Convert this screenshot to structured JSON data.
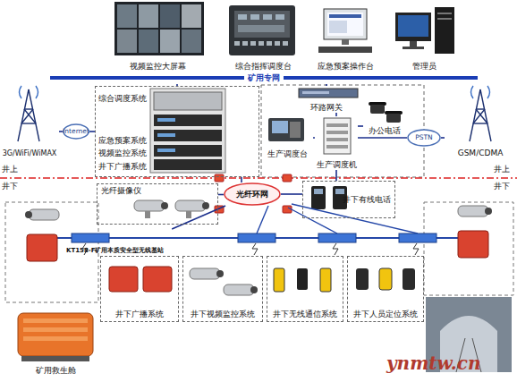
{
  "diagram": {
    "nodes": [
      {
        "text": [
          "视频监控大屏幕"
        ]
      },
      {
        "text": [
          "综合指挥调度台"
        ]
      },
      {
        "text": [
          "应急预案操作台"
        ]
      },
      {
        "text": [
          "管理员"
        ]
      },
      {
        "text": [
          "矿用专网"
        ]
      },
      {
        "text": [
          "综合调度系统",
          "应急预案系统",
          "视频监控系统",
          "井下广播系统"
        ]
      },
      {
        "text": [
          "Internet"
        ]
      },
      {
        "text": [
          "3G/WiFi/WiMAX"
        ]
      },
      {
        "text": [
          "环路网关"
        ]
      },
      {
        "text": [
          "生产调度台"
        ]
      },
      {
        "text": [
          "生产调度机"
        ]
      },
      {
        "text": [
          "办公电话"
        ]
      },
      {
        "text": [
          "PSTN"
        ]
      },
      {
        "text": [
          "GSM/CDMA"
        ]
      },
      {
        "text": [
          "光纤环网"
        ]
      },
      {
        "text": [
          "光纤摄像仪"
        ]
      },
      {
        "text": [
          "井下有线电话"
        ]
      },
      {
        "text": [
          "KT158-F矿用本质安全型无线基站"
        ]
      },
      {
        "text": [
          "井下广播系统"
        ]
      },
      {
        "text": [
          "井下视频监控系统"
        ]
      },
      {
        "text": [
          "井下无线通信系统"
        ]
      },
      {
        "text": [
          "井下人员定位系统"
        ]
      },
      {
        "text": [
          "矿用救生舱"
        ]
      }
    ],
    "edges": [
      {
        "from": 0,
        "to": 4,
        "arrow": "none"
      },
      {
        "from": 1,
        "to": 4,
        "arrow": "none"
      },
      {
        "from": 2,
        "to": 4,
        "arrow": "none"
      },
      {
        "from": 3,
        "to": 4,
        "arrow": "none"
      },
      {
        "from": 4,
        "to": 5,
        "arrow": "none"
      },
      {
        "from": 4,
        "to": 8,
        "arrow": "none"
      },
      {
        "from": 7,
        "to": 6,
        "arrow": "none"
      },
      {
        "from": 6,
        "to": 5,
        "arrow": "none"
      },
      {
        "from": 8,
        "to": 10,
        "arrow": "none"
      },
      {
        "from": 9,
        "to": 10,
        "arrow": "none"
      },
      {
        "from": 10,
        "to": 11,
        "arrow": "none"
      },
      {
        "from": 10,
        "to": 12,
        "arrow": "none"
      },
      {
        "from": 12,
        "to": 13,
        "arrow": "none"
      },
      {
        "from": 5,
        "to": 14,
        "arrow": "none"
      },
      {
        "from": 14,
        "to": 15,
        "arrow": "none"
      },
      {
        "from": 14,
        "to": 16,
        "arrow": "none"
      },
      {
        "from": 10,
        "to": 16,
        "arrow": "none"
      },
      {
        "from": 14,
        "to": 17,
        "arrow": "none"
      }
    ],
    "labels": [
      "井上",
      "井上",
      "井下",
      "井下",
      "ynmtw.cn"
    ]
  }
}
